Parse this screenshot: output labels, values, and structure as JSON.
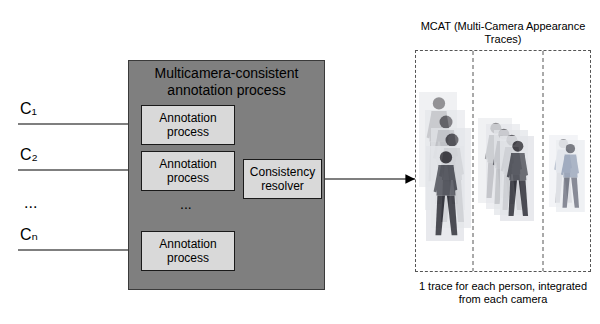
{
  "diagram": {
    "nodes": [
      {
        "text": [
          "Multicamera-consistent annotation process"
        ]
      },
      {
        "text": [
          "Annotation process"
        ],
        "in": 0
      },
      {
        "text": [
          "Annotation process"
        ],
        "in": 0
      },
      {
        "text": [
          "Annotation process"
        ],
        "in": 0
      },
      {
        "text": [
          "Consistency resolver"
        ],
        "in": 0
      },
      {
        "text": [
          "MCAT (Multi-Camera Appearance Traces)",
          "1 trace for each person, integrated from each camera"
        ]
      }
    ],
    "edges": [
      {
        "from": 1,
        "to": 4,
        "arrow": "to"
      },
      {
        "from": 2,
        "to": 4,
        "arrow": "to"
      },
      {
        "from": 3,
        "to": 4,
        "arrow": "to"
      },
      {
        "from": 4,
        "to": 5,
        "arrow": "to"
      }
    ],
    "labels": [
      "C₁",
      "C₂",
      "...",
      "Cₙ",
      "..."
    ]
  }
}
